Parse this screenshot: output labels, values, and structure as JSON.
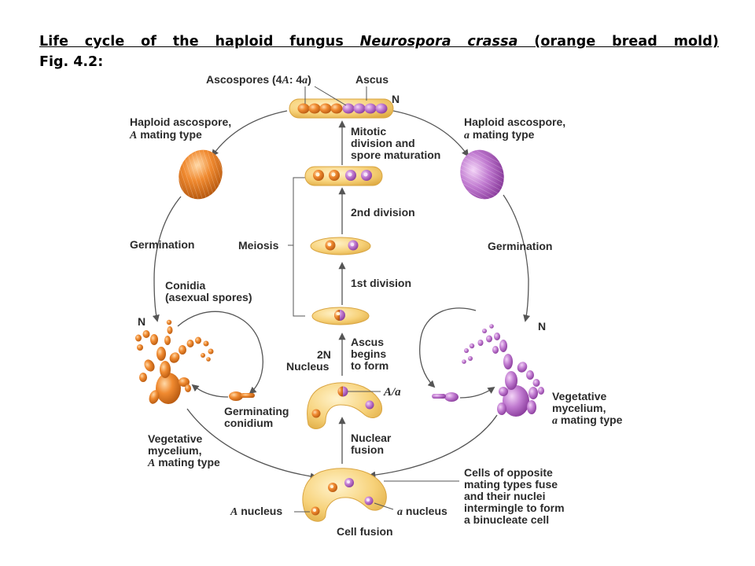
{
  "title": {
    "line1_before": "Life cycle of the haploid fungus ",
    "line1_species": "Neurospora crassa",
    "line1_after": " (orange bread mold)",
    "line2": "Fig. 4.2:"
  },
  "labels": {
    "ascospores_prefix": "Ascospores (4",
    "ascospores_A": "A",
    "ascospores_mid": ": 4",
    "ascospores_a": "a",
    "ascospores_suffix": ")",
    "ascus": "Ascus",
    "n_top": "N",
    "haploid_left_l1": "Haploid ascospore,",
    "haploid_left_A": "A",
    "haploid_left_l2": " mating type",
    "haploid_right_l1": "Haploid ascospore,",
    "haploid_right_a": "a",
    "haploid_right_l2": " mating type",
    "mitotic_l1": "Mitotic",
    "mitotic_l2": "division and",
    "mitotic_l3": "spore maturation",
    "second_division": "2nd division",
    "meiosis": "Meiosis",
    "first_division": "1st division",
    "germination_left": "Germination",
    "germination_right": "Germination",
    "conidia_l1": "Conidia",
    "conidia_l2": "(asexual spores)",
    "n_left": "N",
    "n_right": "N",
    "two_n_l1": "2N",
    "two_n_l2": "Nucleus",
    "ascus_begins_l1": "Ascus",
    "ascus_begins_l2": "begins",
    "ascus_begins_l3": "to form",
    "A_over_a": "A/a",
    "germinating_l1": "Germinating",
    "germinating_l2": "conidium",
    "veg_right_l1": "Vegetative",
    "veg_right_l2": "mycelium,",
    "veg_right_a": "a",
    "veg_right_l3": " mating type",
    "veg_left_l1": "Vegetative",
    "veg_left_l2": "mycelium,",
    "veg_left_A": "A",
    "veg_left_l3": " mating type",
    "nuclear_l1": "Nuclear",
    "nuclear_l2": "fusion",
    "cells_l1": "Cells of opposite",
    "cells_l2": "mating types fuse",
    "cells_l3": "and their nuclei",
    "cells_l4": "intermingle to form",
    "cells_l5": "a binucleate cell",
    "A_nucleus_A": "A",
    "A_nucleus": " nucleus",
    "a_nucleus_a": "a",
    "a_nucleus": " nucleus",
    "cell_fusion": "Cell fusion"
  },
  "colors": {
    "orange": "#e8822a",
    "purple": "#b45ec2",
    "ascus_fill": "#f7d27a",
    "arrow": "#555555"
  }
}
